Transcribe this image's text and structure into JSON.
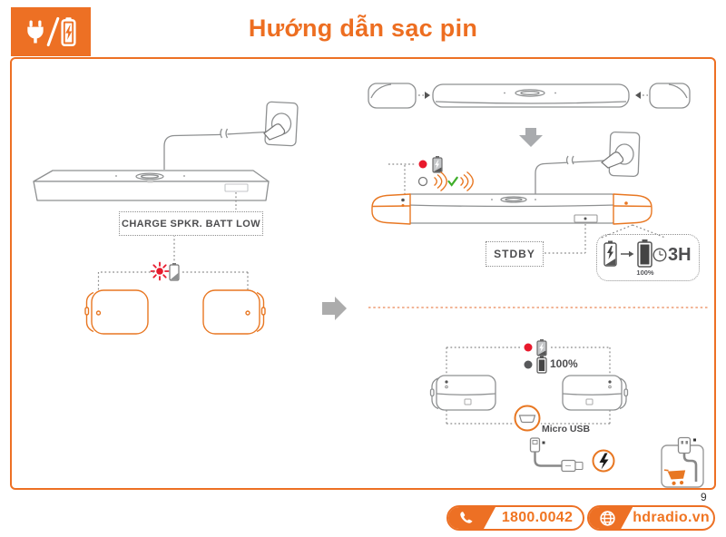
{
  "page": {
    "title": "Hướng dẫn sạc pin",
    "page_number": "9"
  },
  "header": {
    "separator": "/",
    "icons": [
      "power-plug",
      "charging-battery"
    ]
  },
  "diagram_left": {
    "display_label": "CHARGE SPKR. BATT LOW"
  },
  "diagram_right": {
    "display_label": "STDBY",
    "charge_box": {
      "battery_full_label": "100%",
      "charge_time": "3H"
    }
  },
  "diagram_bottom": {
    "battery_full_label": "100%",
    "port_label": "Micro USB"
  },
  "footer": {
    "hotline": "1800.0042",
    "website": "hdradio.vn"
  },
  "colors": {
    "accent": "#ED7024",
    "red_led": "#E8192C",
    "green_check": "#3FAE2A",
    "line_gray": "#8E9091",
    "text_dark": "#4D4D4F"
  }
}
